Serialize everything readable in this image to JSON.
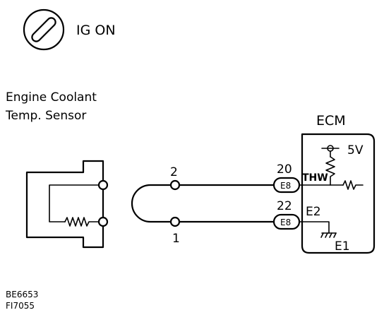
{
  "ignition": {
    "label": "IG ON",
    "icon": "ignition-key-icon"
  },
  "sensor": {
    "title_line1": "Engine Coolant",
    "title_line2": "Temp. Sensor"
  },
  "harness": {
    "pin_left_top": "2",
    "pin_left_bottom": "1"
  },
  "ecm": {
    "title": "ECM",
    "supply": "5V",
    "thw_pin": "20",
    "thw_connector": "E8",
    "thw_label": "THW",
    "e2_pin": "22",
    "e2_connector": "E8",
    "e2_label": "E2",
    "ground_label": "E1"
  },
  "codes": {
    "line1": "BE6653",
    "line2": "FI7055"
  }
}
